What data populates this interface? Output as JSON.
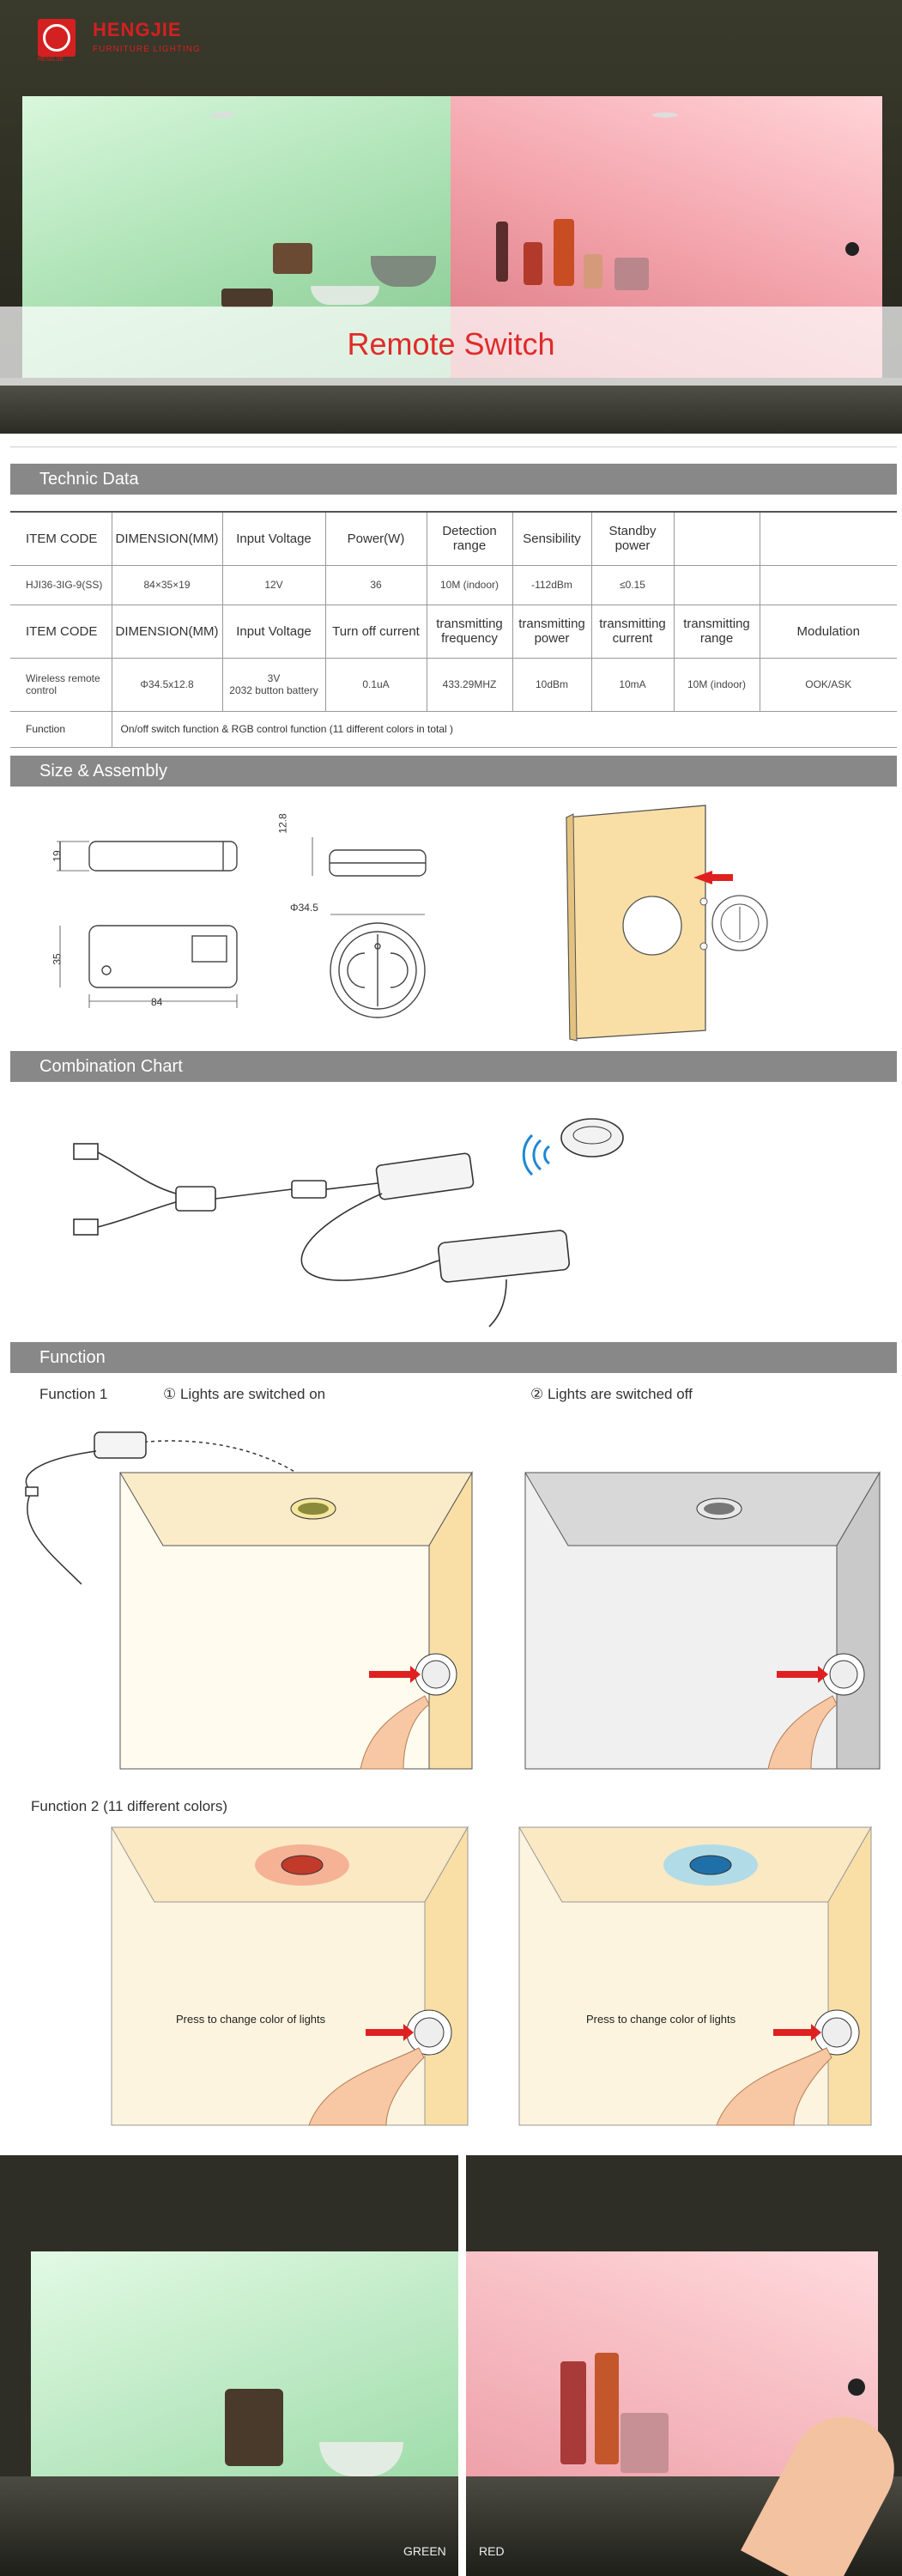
{
  "brand": {
    "name": "HENGJIE",
    "tagline": "FURNITURE LIGHTING",
    "mark_text": "HENGJIE",
    "color": "#d42020"
  },
  "hero": {
    "title": "Remote Switch",
    "title_color": "#e12a2a"
  },
  "sections": {
    "technic": "Technic Data",
    "size": "Size & Assembly",
    "combination": "Combination Chart",
    "function": "Function"
  },
  "table": {
    "header1": [
      "ITEM CODE",
      "DIMENSION(MM)",
      "Input Voltage",
      "Power(W)",
      "Detection range",
      "Sensibility",
      "Standby power",
      "",
      ""
    ],
    "row1": [
      "HJI36-3IG-9(SS)",
      "84×35×19",
      "12V",
      "36",
      "10M (indoor)",
      "-112dBm",
      "≤0.15",
      "",
      ""
    ],
    "header2": [
      "ITEM CODE",
      "DIMENSION(MM)",
      "Input Voltage",
      "Turn off current",
      "transmitting frequency",
      "transmitting power",
      "transmitting current",
      "transmitting range",
      "Modulation"
    ],
    "row2": [
      "Wireless remote control",
      "Φ34.5x12.8",
      "3V\n2032 button battery",
      "0.1uA",
      "433.29MHZ",
      "10dBm",
      "10mA",
      "10M (indoor)",
      "OOK/ASK"
    ],
    "function_label": "Function",
    "function_text": "On/off switch function & RGB control function (11 different colors in total )"
  },
  "dimensions": {
    "height_19": "19",
    "height_35": "35",
    "width_84": "84",
    "thickness_12_8": "12.8",
    "diameter_34_5": "Φ34.5"
  },
  "function": {
    "f1_label": "Function 1",
    "f1_on": "① Lights are switched on",
    "f1_off": "② Lights are switched off",
    "f2_label": "Function 2 (11 different colors)",
    "press_left": "Press to change color of lights",
    "press_right": "Press to change color of lights"
  },
  "footer": {
    "left": "GREEN",
    "right": "RED"
  },
  "colors": {
    "section_bar": "#888888",
    "arrow_red": "#e02020",
    "panel_on": "#fbecc9",
    "panel_off": "#d8d8d8"
  }
}
